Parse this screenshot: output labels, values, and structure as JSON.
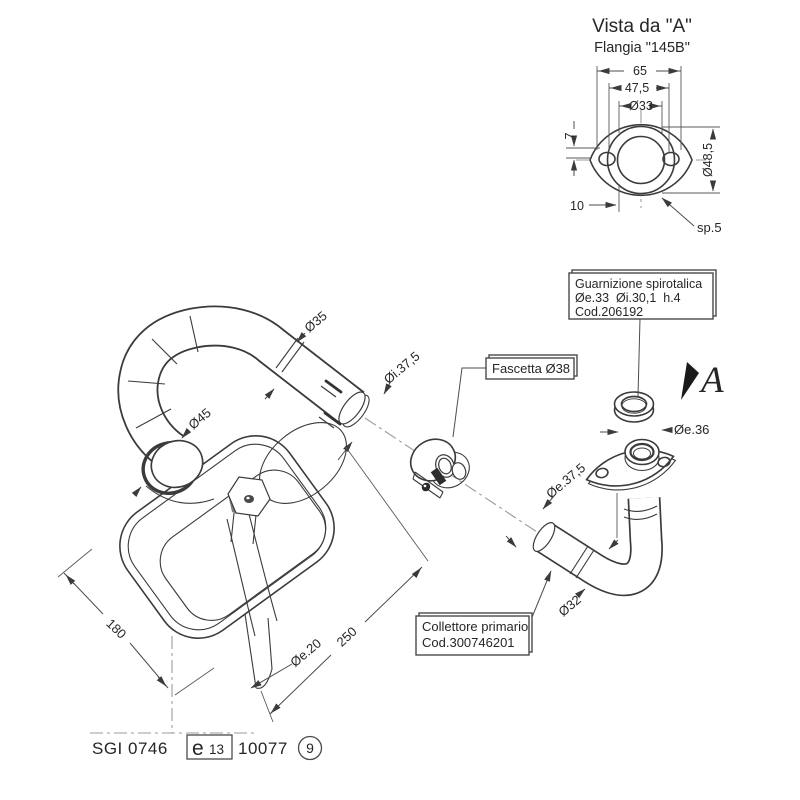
{
  "colors": {
    "line": "#3b3b3b",
    "dim_line": "#4d4d4d",
    "text": "#262626",
    "centerline": "#9b9b9b",
    "background": "#ffffff"
  },
  "flange_view": {
    "title": "Vista da \"A\"",
    "subtitle": "Flangia \"145B\"",
    "dims": {
      "overall_width": "65",
      "hole_spacing": "47,5",
      "bore": "Ø33",
      "hole_height": "7",
      "hole_offset": "10",
      "body_diameter": "Ø48,5",
      "thickness": "sp.5"
    }
  },
  "callouts": {
    "gasket": {
      "title": "Guarnizione spirotalica",
      "dims": "Øe.33  Øi.30,1  h.4",
      "code": "Cod.206192"
    },
    "clamp": {
      "label": "Fascetta Ø38"
    },
    "collector": {
      "title": "Collettore primario",
      "code": "Cod.300746201"
    }
  },
  "view_marker": {
    "letter": "A"
  },
  "dims": {
    "inlet_pipe_outer": "Ø35",
    "inlet_pipe_inner": "Øi.37,5",
    "muffler_inlet": "Ø45",
    "collector_sleeve": "Øe.37,5",
    "collector_pipe": "Ø32",
    "collector_stub": "Øe.36",
    "drain_tube": "Øe.20",
    "body_width": "180",
    "body_length": "250"
  },
  "homologation": {
    "prefix": "SGI 0746",
    "e_letter": "e",
    "e_number": "13",
    "approval": "10077",
    "sequence": "9"
  }
}
